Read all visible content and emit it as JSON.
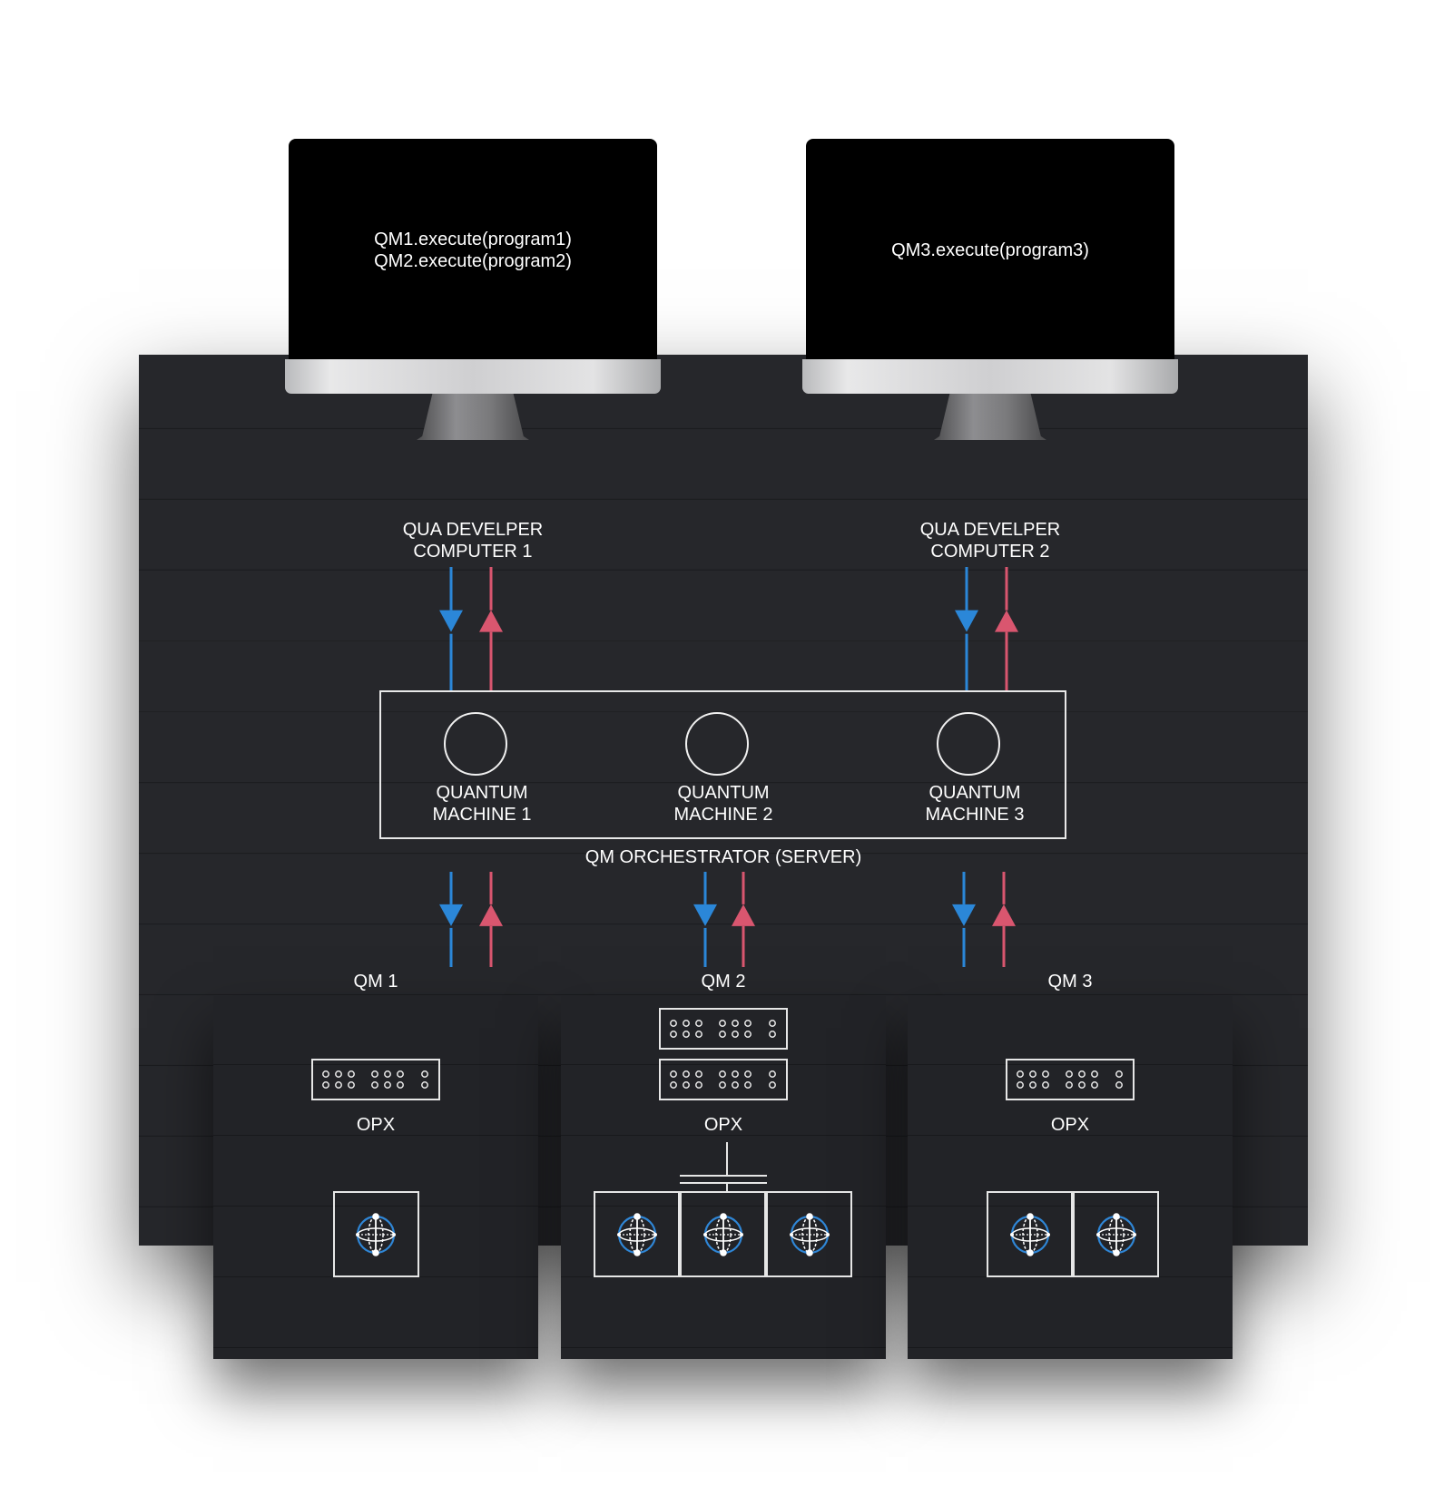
{
  "monitors": [
    {
      "lines": [
        "QM1.execute(program1)",
        "QM2.execute(program2)"
      ]
    },
    {
      "lines": [
        "QM3.execute(program3)"
      ]
    }
  ],
  "computers": [
    {
      "line1": "QUA DEVELPER",
      "line2": "COMPUTER  1"
    },
    {
      "line1": "QUA DEVELPER",
      "line2": "COMPUTER  2"
    }
  ],
  "orchestrator": {
    "label": "QM ORCHESTRATOR (SERVER)",
    "machines": [
      {
        "line1": "QUANTUM",
        "line2": "MACHINE 1"
      },
      {
        "line1": "QUANTUM",
        "line2": "MACHINE 2"
      },
      {
        "line1": "QUANTUM",
        "line2": "MACHINE 3"
      }
    ]
  },
  "qm_panels": [
    {
      "title": "QM 1",
      "device": "OPX",
      "opx_units": 1,
      "qubits": 1
    },
    {
      "title": "QM 2",
      "device": "OPX",
      "opx_units": 2,
      "qubits": 3
    },
    {
      "title": "QM 3",
      "device": "OPX",
      "opx_units": 1,
      "qubits": 2
    }
  ],
  "colors": {
    "downlink": "#2b87d8",
    "uplink": "#d9566f",
    "panel": "#26272b",
    "qubit_ring": "#2f86d6"
  },
  "icons": {
    "qubit": "bloch-sphere-icon",
    "opx": "rack-unit-icon"
  }
}
